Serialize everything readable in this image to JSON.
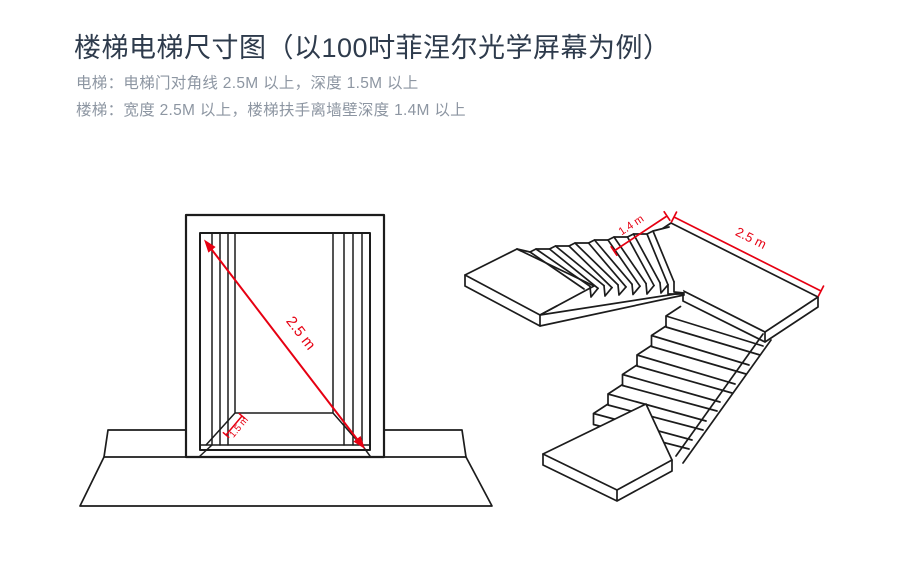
{
  "header": {
    "title": "楼梯电梯尺寸图（以100吋菲涅尔光学屏幕为例）",
    "subtitle_lines": [
      "电梯：电梯门对角线 2.5M 以上，深度 1.5M 以上",
      "楼梯：宽度 2.5M 以上，楼梯扶手离墙壁深度 1.4M 以上"
    ]
  },
  "elevator_diagram": {
    "name": "elevator front view",
    "label_diagonal": "2.5 m",
    "label_depth": "1.5 m"
  },
  "stairs_diagram": {
    "name": "staircase isometric view",
    "label_depth": "1.4 m",
    "label_width": "2.5 m"
  },
  "colors": {
    "accent_red": "#e60012",
    "line": "#1c1c1c",
    "title_text": "#2e3b4c",
    "body_text": "#8d96a2",
    "background": "#ffffff"
  }
}
